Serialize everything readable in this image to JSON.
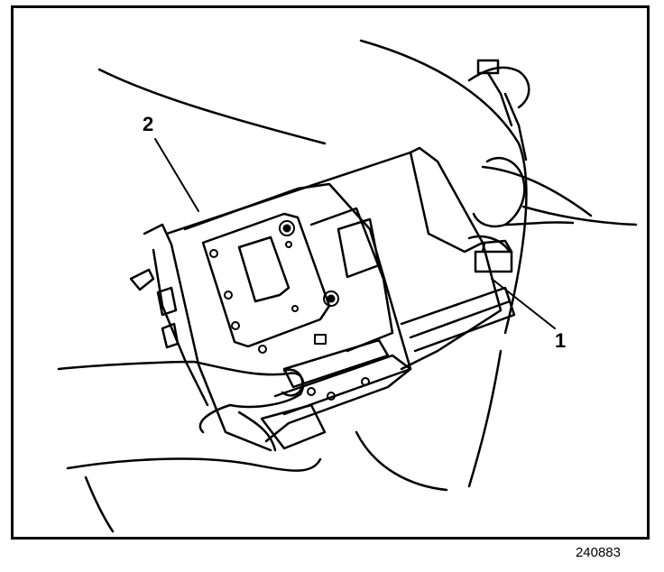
{
  "figure": {
    "callouts": [
      {
        "id": "1",
        "label": "1"
      },
      {
        "id": "2",
        "label": "2"
      }
    ],
    "figure_number": "240883"
  },
  "colors": {
    "line": "#000000",
    "background": "#ffffff"
  }
}
